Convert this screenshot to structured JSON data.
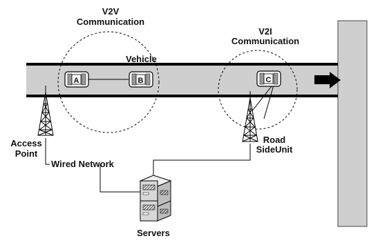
{
  "labels": {
    "v2v_line1": "V2V",
    "v2v_line2": "Communication",
    "v2i_line1": "V2I",
    "v2i_line2": "Communication",
    "vehicle": "Vehicle",
    "access_point_line1": "Access",
    "access_point_line2": "Point",
    "road_side_unit_line1": "Road",
    "road_side_unit_line2": "SideUnit",
    "wired_network": "Wired Network",
    "servers": "Servers"
  },
  "vehicles": [
    {
      "id": "vehicle-a",
      "letter": "A"
    },
    {
      "id": "vehicle-b",
      "letter": "B"
    },
    {
      "id": "vehicle-c",
      "letter": "C"
    }
  ],
  "colors": {
    "road_fill": "#cfcfcf",
    "road_edge": "#000000",
    "server_fill": "#d8d8d8"
  }
}
